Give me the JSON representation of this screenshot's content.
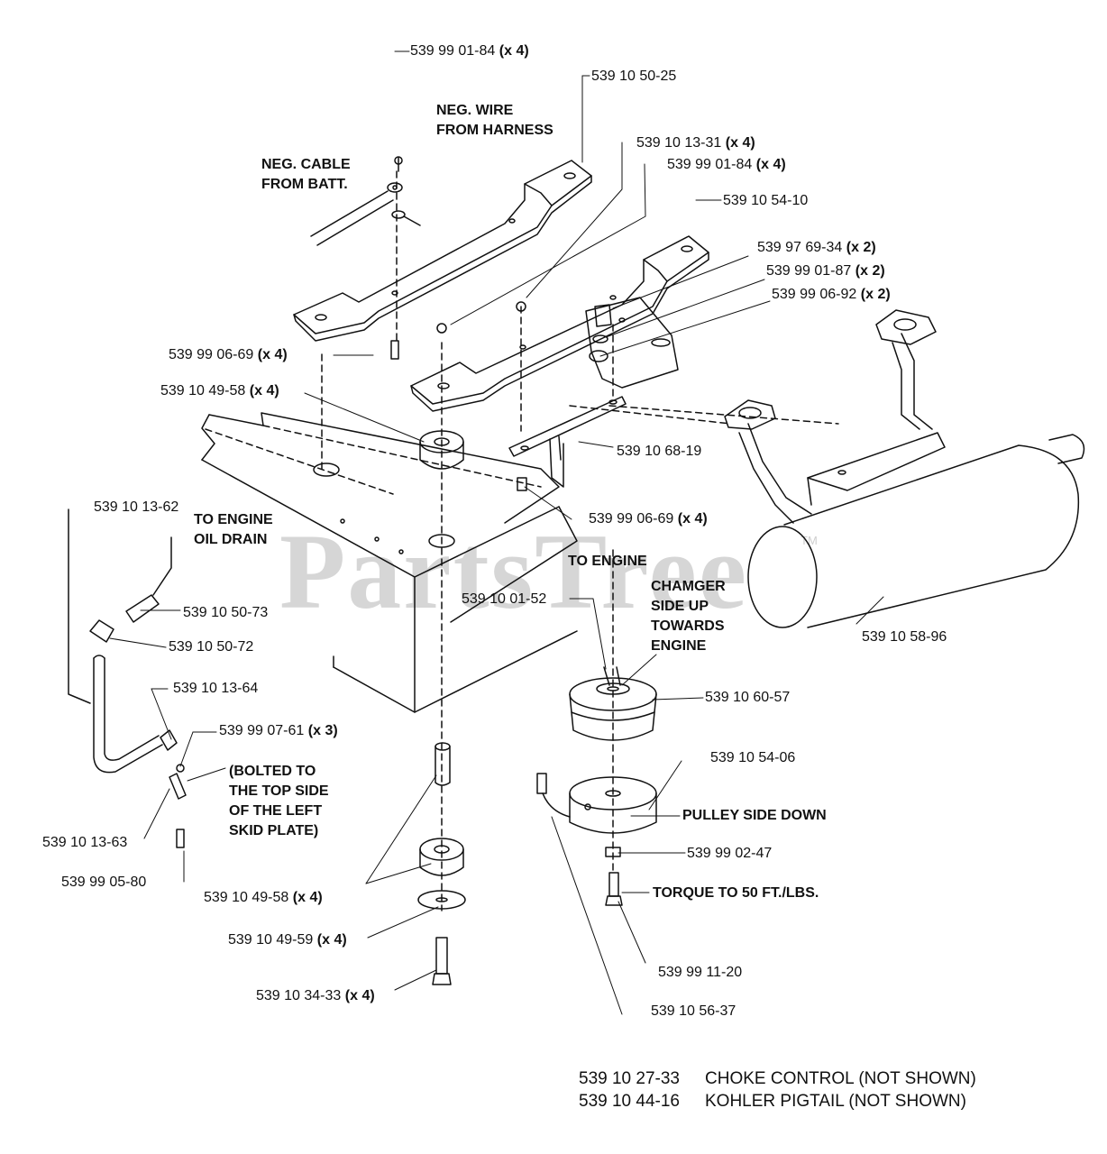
{
  "watermark": {
    "text": "PartsTree",
    "tm": "TM"
  },
  "labels": {
    "p_5399901_84_top": {
      "part": "539 99 01-84",
      "qty": "(x 4)"
    },
    "p_5391050_25": {
      "part": "539 10 50-25"
    },
    "p_5391013_31": {
      "part": "539 10 13-31",
      "qty": "(x 4)"
    },
    "p_5399901_84_b": {
      "part": "539 99 01-84",
      "qty": "(x 4)"
    },
    "p_5391054_10": {
      "part": "539 10 54-10"
    },
    "p_5399769_34": {
      "part": "539 97 69-34",
      "qty": "(x 2)"
    },
    "p_5399901_87": {
      "part": "539 99 01-87",
      "qty": "(x 2)"
    },
    "p_5399906_92": {
      "part": "539 99 06-92",
      "qty": "(x 2)"
    },
    "p_5399906_69_a": {
      "part": "539 99 06-69",
      "qty": "(x 4)"
    },
    "p_5391049_58_a": {
      "part": "539 10 49-58",
      "qty": "(x 4)"
    },
    "p_5391068_19": {
      "part": "539 10 68-19"
    },
    "p_5399906_69_b": {
      "part": "539 99 06-69",
      "qty": "(x 4)"
    },
    "p_5391013_62": {
      "part": "539 10 13-62"
    },
    "p_5391050_73": {
      "part": "539 10 50-73"
    },
    "p_5391050_72": {
      "part": "539 10 50-72"
    },
    "p_5391013_64": {
      "part": "539 10 13-64"
    },
    "p_5399907_61": {
      "part": "539 99 07-61",
      "qty": "(x 3)"
    },
    "p_5391013_63": {
      "part": "539 10 13-63"
    },
    "p_5399905_80": {
      "part": "539 99 05-80"
    },
    "p_5391001_52": {
      "part": "539 10 01-52"
    },
    "p_5391058_96": {
      "part": "539 10 58-96"
    },
    "p_5391060_57": {
      "part": "539 10 60-57"
    },
    "p_5391054_06": {
      "part": "539 10 54-06"
    },
    "p_5399902_47": {
      "part": "539 99 02-47"
    },
    "p_5391049_58_b": {
      "part": "539 10 49-58",
      "qty": "(x 4)"
    },
    "p_5391049_59": {
      "part": "539 10 49-59",
      "qty": "(x 4)"
    },
    "p_5391034_33": {
      "part": "539 10 34-33",
      "qty": "(x 4)"
    },
    "p_5399911_20": {
      "part": "539 99 11-20"
    },
    "p_5391056_37": {
      "part": "539 10 56-37"
    }
  },
  "notes": {
    "neg_wire": [
      "NEG. WIRE",
      "FROM HARNESS"
    ],
    "neg_cable": [
      "NEG. CABLE",
      "FROM BATT."
    ],
    "to_engine_oil_drain": [
      "TO ENGINE",
      "OIL DRAIN"
    ],
    "to_engine": [
      "TO ENGINE"
    ],
    "changer_side_up": [
      "CHAMGER",
      "SIDE UP",
      "TOWARDS",
      "ENGINE"
    ],
    "bolted_to": [
      "(BOLTED TO",
      "THE TOP SIDE",
      "OF THE LEFT",
      "SKID PLATE)"
    ],
    "pulley_side_down": [
      "PULLEY SIDE DOWN"
    ],
    "torque": [
      "TORQUE TO 50 FT./LBS."
    ]
  },
  "not_shown": [
    {
      "part": "539 10 27-33",
      "desc": "CHOKE CONTROL (NOT SHOWN)"
    },
    {
      "part": "539 10 44-16",
      "desc": "KOHLER PIGTAIL (NOT SHOWN)"
    }
  ]
}
